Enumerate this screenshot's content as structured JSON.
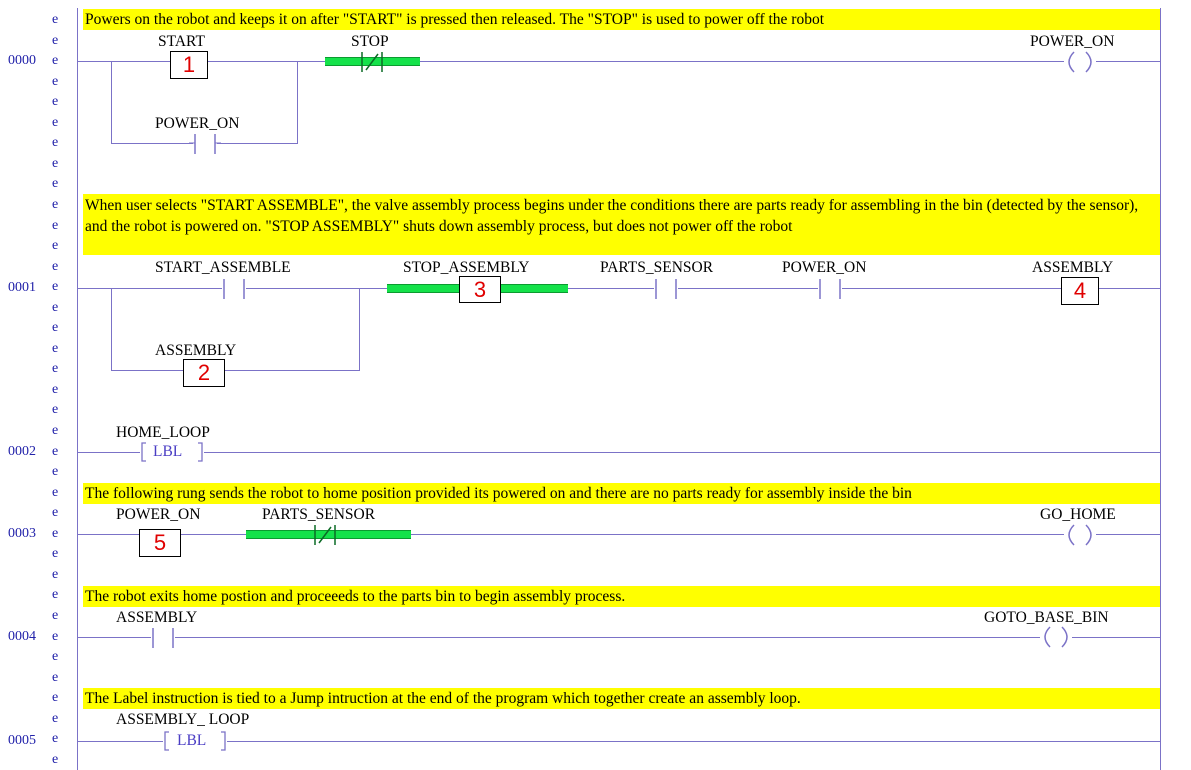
{
  "gutter_char": "e",
  "rungs": [
    {
      "number": "0000",
      "comment": "Powers on the robot and keeps it on after \"START\" is pressed then released. The \"STOP\" is used to power off the robot",
      "labels": {
        "start": "START",
        "stop": "STOP",
        "power_on_branch": "POWER_ON",
        "power_on_coil": "POWER_ON"
      },
      "badges": {
        "start": "1"
      }
    },
    {
      "number": "0001",
      "comment": "When user selects \"START ASSEMBLE\", the valve assembly process begins under the conditions there are parts ready for assembling in the bin (detected by the sensor), and the robot is powered on. \"STOP ASSEMBLY\" shuts down assembly process, but does not power off the robot",
      "labels": {
        "start_assemble": "START_ASSEMBLE",
        "stop_assembly": "STOP_ASSEMBLY",
        "parts_sensor": "PARTS_SENSOR",
        "power_on": "POWER_ON",
        "assembly_coil": "ASSEMBLY",
        "assembly_branch": "ASSEMBLY"
      },
      "badges": {
        "assembly_branch": "2",
        "stop_assembly": "3",
        "assembly_coil": "4"
      }
    },
    {
      "number": "0002",
      "labels": {
        "home_loop": "HOME_LOOP"
      },
      "lbl_text": "LBL"
    },
    {
      "number": "0003",
      "comment": "The following rung sends the robot to home position provided its powered on and there are no parts ready for assembly inside the bin",
      "labels": {
        "power_on": "POWER_ON",
        "parts_sensor": "PARTS_SENSOR",
        "go_home": "GO_HOME"
      },
      "badges": {
        "power_on": "5"
      }
    },
    {
      "number": "0004",
      "comment": "The robot exits home postion and proceeeds to the parts bin to begin assembly process.",
      "labels": {
        "assembly": "ASSEMBLY",
        "goto_base_bin": "GOTO_BASE_BIN"
      }
    },
    {
      "number": "0005",
      "comment": " The Label instruction is tied to a Jump intruction at the end of the program which together create an assembly loop.",
      "labels": {
        "assembly_loop": "ASSEMBLY_ LOOP"
      },
      "lbl_text": "LBL"
    }
  ],
  "colors": {
    "wire": "#7b72c7",
    "comment_bg": "#ffff00",
    "highlight": "#14e24a",
    "badge_text": "#e00000",
    "rung_number": "#2222aa"
  }
}
